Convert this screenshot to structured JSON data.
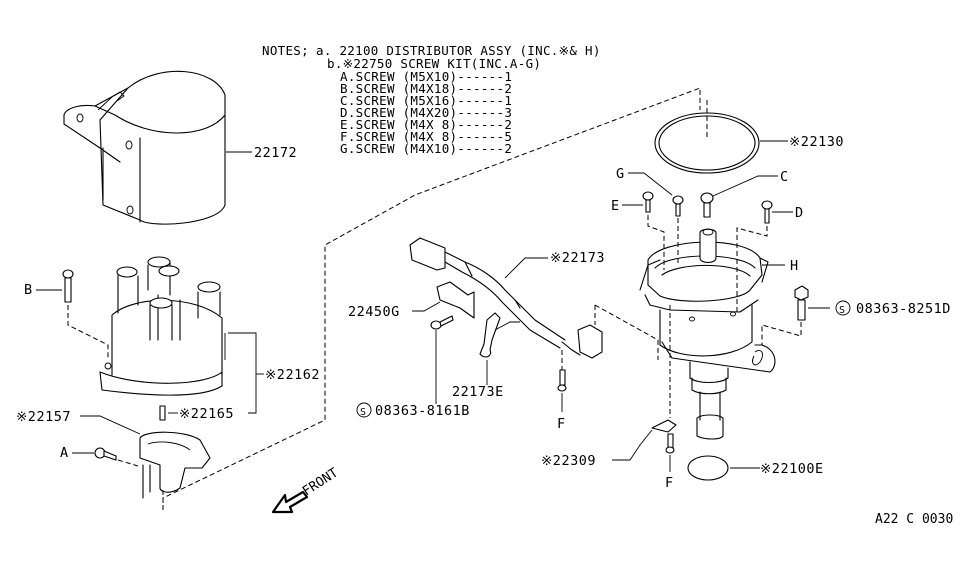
{
  "notes": {
    "heading": "NOTES;",
    "lines": [
      "a.  22100  DISTRIBUTOR ASSY (INC.※& H)",
      "b.※22750  SCREW KIT(INC.A-G)",
      "A.SCREW  (M5X10)------1",
      "B.SCREW  (M4X18)------2",
      "C.SCREW  (M5X16)------1",
      "D.SCREW  (M4X20)------3",
      "E.SCREW  (M4X 8)------2",
      "F.SCREW  (M4X 8)------5",
      "G.SCREW  (M4X10)------2"
    ]
  },
  "parts": {
    "cap_cover": "22172",
    "distributor_cap": "※22162",
    "carbon_point": "※22165",
    "rotor_head": "※22157",
    "seal_ring": "※22130",
    "harness": "※22173",
    "bracket": "22450G",
    "ground_terminal": "22173E",
    "bolt_harness": "08363-8161B",
    "bolt_dist": "08363-8251D",
    "clip": "※22309",
    "o_ring": "※22100E"
  },
  "screw_callouts": {
    "A": "A",
    "B": "B",
    "C": "C",
    "D": "D",
    "E": "E",
    "F1": "F",
    "F2": "F",
    "G": "G",
    "H": "H"
  },
  "std_part_symbol": "S",
  "front_label": "FRONT",
  "diagram_code": "A22 C 0030"
}
